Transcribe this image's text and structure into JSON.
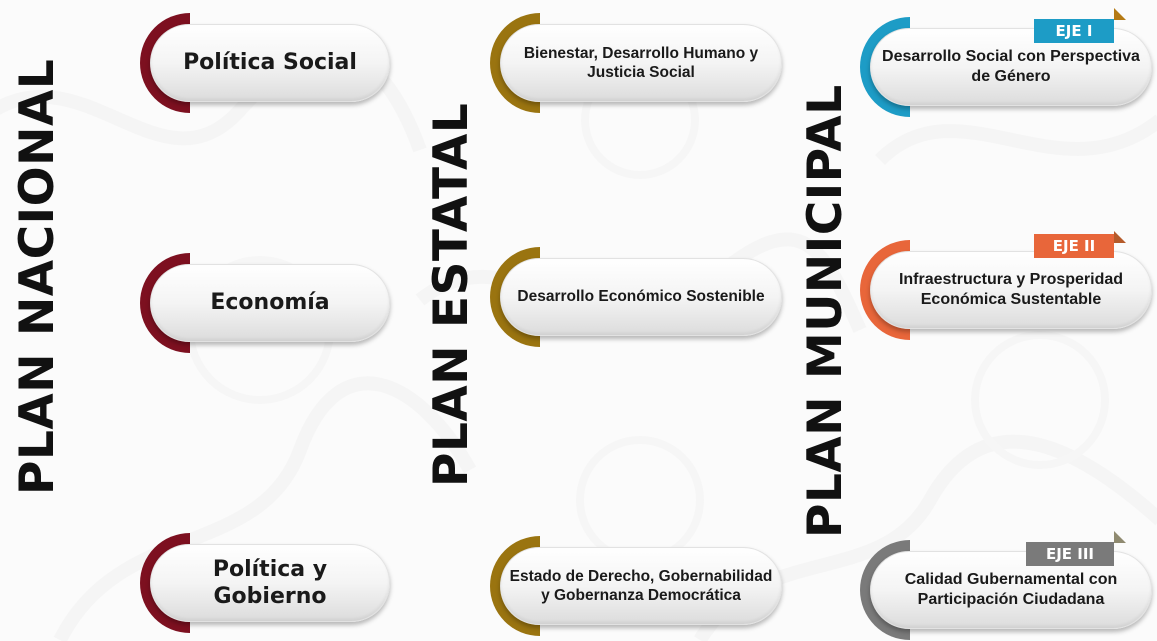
{
  "columns": {
    "nacional": {
      "title": "PLAN NACIONAL",
      "items": [
        "Política Social",
        "Economía",
        "Política y Gobierno"
      ]
    },
    "estatal": {
      "title": "PLAN ESTATAL",
      "items": [
        "Bienestar, Desarrollo Humano y Justicia Social",
        "Desarrollo Económico Sostenible",
        "Estado de Derecho, Gobernabilidad y Gobernanza Democrática"
      ]
    },
    "municipal": {
      "title": "PLAN MUNICIPAL",
      "items": [
        {
          "badge": "EJE I",
          "label": "Desarrollo Social con Perspectiva de Género"
        },
        {
          "badge": "EJE II",
          "label": "Infraestructura y Prosperidad Económica Sustentable"
        },
        {
          "badge": "EJE III",
          "label": "Calidad Gubernamental con Participación Ciudadana"
        }
      ]
    }
  },
  "colors": {
    "nacional_accent": "#7d1020",
    "estatal_accent": "#9a7410",
    "eje1_accent": "#1d9cc6",
    "eje2_accent": "#e8663a",
    "eje3_accent": "#7a7a7a"
  }
}
